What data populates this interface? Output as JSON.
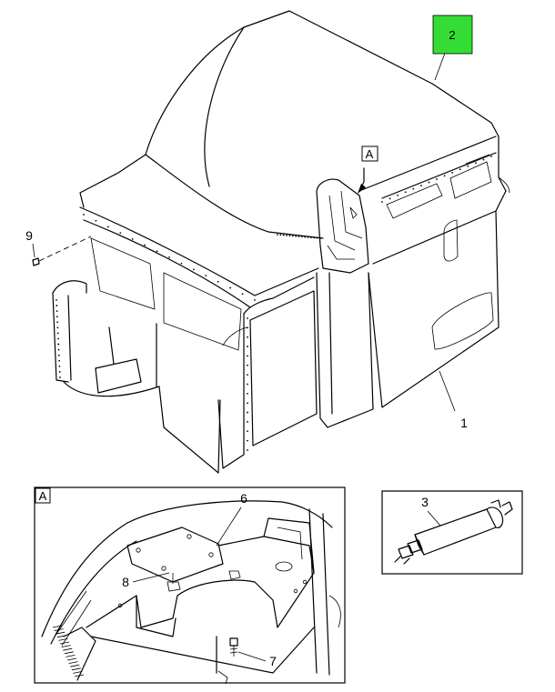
{
  "callouts": {
    "c1": "1",
    "c2": "2",
    "c3": "3",
    "c6": "6",
    "c7": "7",
    "c8": "8",
    "c9": "9"
  },
  "views": {
    "detail_ref": "A",
    "detail_box": "A"
  },
  "colors": {
    "highlight": "#33dd33",
    "line": "#000000"
  }
}
